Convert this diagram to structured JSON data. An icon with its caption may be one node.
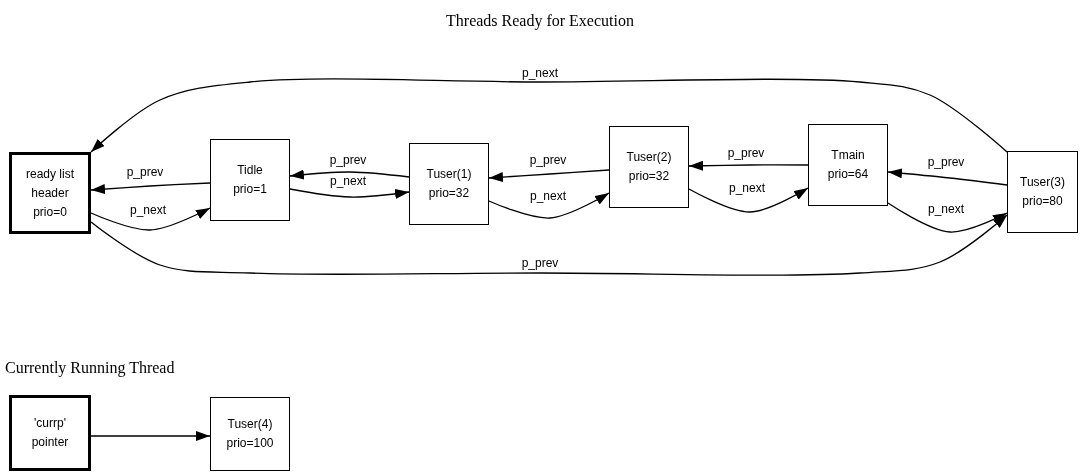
{
  "diagram": {
    "title": "Threads Ready for Execution",
    "nodes": [
      {
        "text": [
          "ready list header",
          "prio=0"
        ]
      },
      {
        "text": [
          "Tidle",
          "prio=1"
        ]
      },
      {
        "text": [
          "Tuser(1)",
          "prio=32"
        ]
      },
      {
        "text": [
          "Tuser(2)",
          "prio=32"
        ]
      },
      {
        "text": [
          "Tmain",
          "prio=64"
        ]
      },
      {
        "text": [
          "Tuser(3)",
          "prio=80"
        ]
      },
      {
        "text": [
          "'currp' pointer"
        ]
      },
      {
        "text": [
          "Tuser(4)",
          "prio=100"
        ]
      }
    ],
    "edges": [
      {
        "from": 1,
        "to": 0,
        "arrow": "to",
        "label": "p_prev"
      },
      {
        "from": 0,
        "to": 1,
        "arrow": "to",
        "label": "p_next"
      },
      {
        "from": 2,
        "to": 1,
        "arrow": "to",
        "label": "p_prev"
      },
      {
        "from": 1,
        "to": 2,
        "arrow": "to",
        "label": "p_next"
      },
      {
        "from": 3,
        "to": 2,
        "arrow": "to",
        "label": "p_prev"
      },
      {
        "from": 2,
        "to": 3,
        "arrow": "to",
        "label": "p_next"
      },
      {
        "from": 4,
        "to": 3,
        "arrow": "to",
        "label": "p_prev"
      },
      {
        "from": 3,
        "to": 4,
        "arrow": "to",
        "label": "p_next"
      },
      {
        "from": 5,
        "to": 4,
        "arrow": "to",
        "label": "p_prev"
      },
      {
        "from": 4,
        "to": 5,
        "arrow": "to",
        "label": "p_next"
      },
      {
        "from": 5,
        "to": 0,
        "arrow": "to",
        "label": "p_next"
      },
      {
        "from": 0,
        "to": 5,
        "arrow": "to",
        "label": "p_prev"
      },
      {
        "from": 6,
        "to": 7,
        "arrow": "to"
      }
    ],
    "labels": [
      "Currently Running Thread"
    ]
  }
}
